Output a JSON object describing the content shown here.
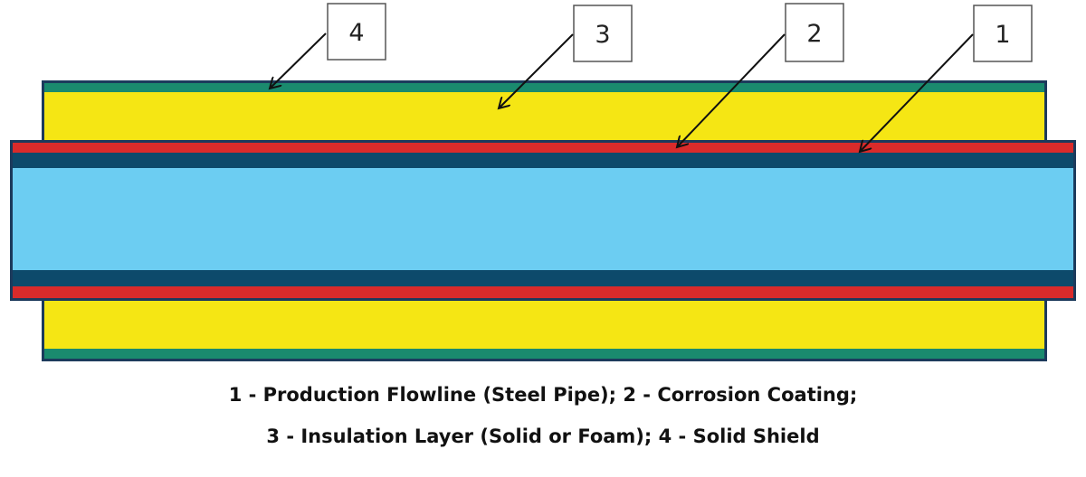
{
  "callouts": [
    {
      "number": "4"
    },
    {
      "number": "3"
    },
    {
      "number": "2"
    },
    {
      "number": "1"
    }
  ],
  "legend": {
    "line1": "1 - Production Flowline (Steel Pipe);  2 - Corrosion Coating;",
    "line2": "3 - Insulation Layer (Solid or Foam);  4 - Solid Shield"
  },
  "colors": {
    "outline": "#1c3a5c",
    "solid_shield": "#1a8a6e",
    "insulation_layer": "#f5e614",
    "corrosion_coating": "#d92b2b",
    "steel_pipe": "#0d4a6b",
    "pipe_bore": "#6ccdf2"
  }
}
